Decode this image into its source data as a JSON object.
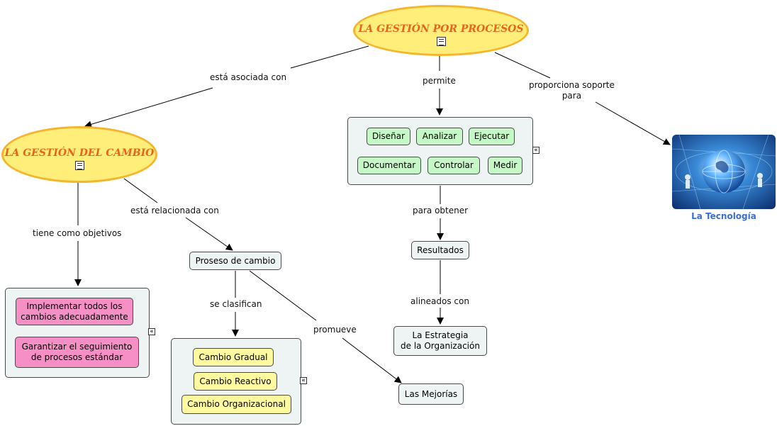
{
  "diagram": {
    "main_topic": "LA GESTIÓN POR PROCESOS",
    "change_topic": "LA GESTIÓN DEL CAMBIO",
    "links": {
      "asociada": "está asociada con",
      "permite": "permite",
      "soporte": "proporciona soporte\npara",
      "objetivos": "tiene como objetivos",
      "relacionada": "está relacionada con",
      "obtener": "para obtener",
      "alineados": "alineados con",
      "clasifican": "se clasifican",
      "promueve": "promueve"
    },
    "actions": [
      "Diseñar",
      "Analizar",
      "Ejecutar",
      "Documentar",
      "Controlar",
      "Medir"
    ],
    "objectives": [
      "Implementar todos los\ncambios adecuadamente",
      "Garantizar el seguimiento\nde procesos estándar"
    ],
    "change_types": [
      "Cambio Gradual",
      "Cambio Reactivo",
      "Cambio Organizacional"
    ],
    "proceso": "Proseso de cambio",
    "resultados": "Resultados",
    "estrategia": "La Estrategia\nde la Organización",
    "mejoras": "Las Mejorías",
    "tecnologia": "La Tecnología",
    "expand_glyph": "«",
    "colors": {
      "ellipse_fill": "#ffef7a",
      "ellipse_border": "#f5b52c",
      "topic_text": "#e8641e",
      "action_fill": "#c6f7c6",
      "objective_fill": "#f58fc6",
      "type_fill": "#fffaa0",
      "concept_fill": "#eef3f4",
      "tech_text": "#3a6fd8"
    }
  }
}
